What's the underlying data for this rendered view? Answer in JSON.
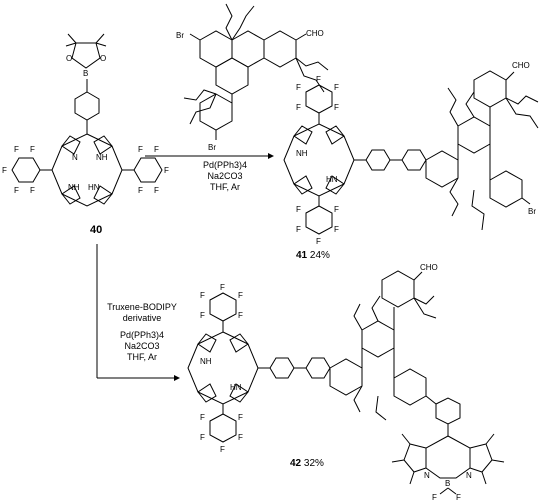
{
  "starting_material": {
    "label": "40",
    "atoms": {
      "boron": "B",
      "oxygen": "O",
      "fluorine": "F",
      "nitrogen": "N",
      "nh": "NH",
      "hn": "HN"
    }
  },
  "reagent_top": {
    "atoms": {
      "bromine": "Br",
      "aldehyde": "CHO"
    }
  },
  "reaction_1": {
    "conditions": [
      "Pd(PPh3)4",
      "Na2CO3",
      "THF, Ar"
    ]
  },
  "product_41": {
    "label": "41",
    "yield": "24%",
    "atoms": {
      "aldehyde": "CHO",
      "bromine": "Br",
      "nh": "NH",
      "hn": "HN",
      "fluorine": "F"
    }
  },
  "reaction_2": {
    "reagent_lines": [
      "Truxene-BODIPY",
      "derivative"
    ],
    "conditions": [
      "Pd(PPh3)4",
      "Na2CO3",
      "THF, Ar"
    ]
  },
  "product_42": {
    "label": "42",
    "yield": "32%",
    "atoms": {
      "aldehyde": "CHO",
      "nh": "NH",
      "hn": "HN",
      "fluorine": "F",
      "nitrogen": "N",
      "boron": "B"
    }
  }
}
